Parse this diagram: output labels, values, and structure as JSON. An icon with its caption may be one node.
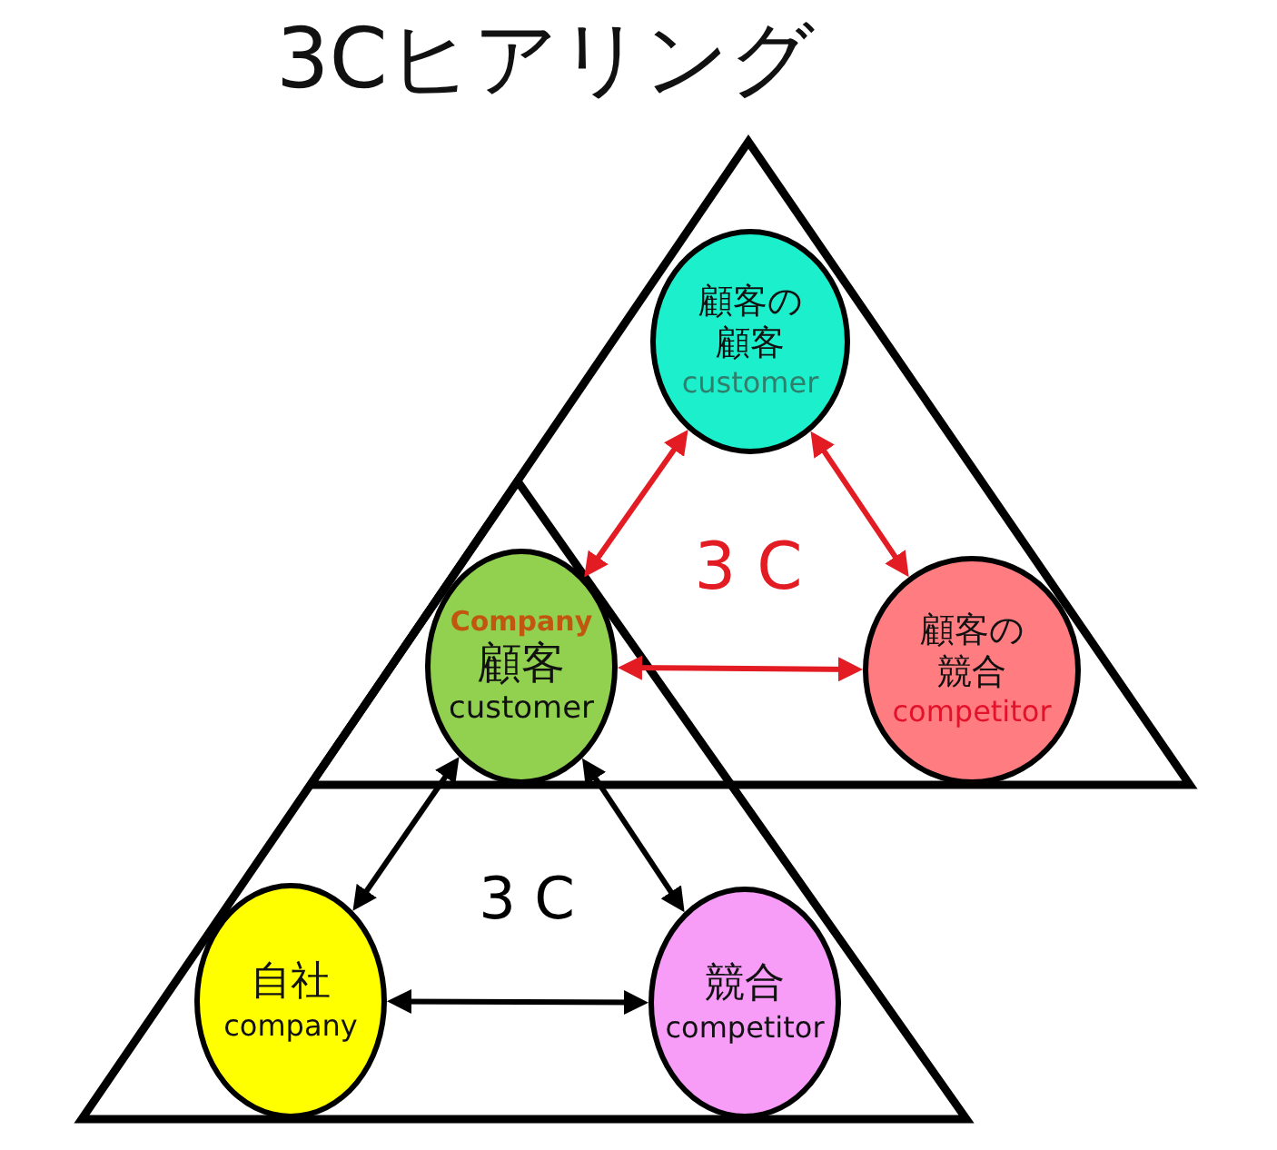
{
  "diagram": {
    "title": "3Cヒアリング",
    "nodes": [
      {
        "text": [
          "3 C"
        ]
      },
      {
        "text": [
          "顧客の顧客",
          "customer"
        ],
        "in": 0
      },
      {
        "text": [
          "Company",
          "顧客",
          "customer"
        ]
      },
      {
        "text": [
          "顧客の競合",
          "competitor"
        ],
        "in": 0
      },
      {
        "text": [
          "3 C"
        ]
      },
      {
        "text": [
          "自社",
          "company"
        ],
        "in": 4
      },
      {
        "text": [
          "競合",
          "competitor"
        ],
        "in": 4
      }
    ],
    "edges": [
      {
        "from": 1,
        "to": 2,
        "arrow": "both",
        "color": "#e31b23"
      },
      {
        "from": 1,
        "to": 3,
        "arrow": "both",
        "color": "#e31b23"
      },
      {
        "from": 2,
        "to": 3,
        "arrow": "both",
        "color": "#e31b23"
      },
      {
        "from": 2,
        "to": 5,
        "arrow": "both",
        "color": "#000000"
      },
      {
        "from": 2,
        "to": 6,
        "arrow": "both",
        "color": "#000000"
      },
      {
        "from": 5,
        "to": 6,
        "arrow": "both",
        "color": "#000000"
      }
    ]
  }
}
